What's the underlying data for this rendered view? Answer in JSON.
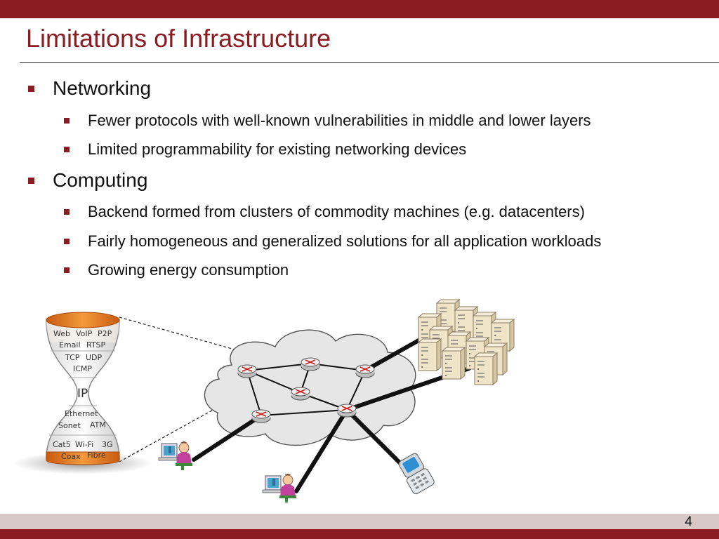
{
  "slide": {
    "title": "Limitations of Infrastructure",
    "number": "4"
  },
  "bullets": [
    {
      "text": "Networking",
      "children": [
        "Fewer protocols with well-known vulnerabilities in middle and lower layers",
        "Limited programmability for existing networking devices"
      ]
    },
    {
      "text": "Computing",
      "children": [
        "Backend formed from clusters of commodity machines (e.g. datacenters)",
        "Fairly homogeneous and generalized solutions for all application workloads",
        "Growing energy consumption"
      ]
    }
  ],
  "hourglass": {
    "top_row1": [
      "Web",
      "VoIP",
      "P2P"
    ],
    "top_row2": [
      "Email",
      "RTSP"
    ],
    "mid_row1": [
      "TCP",
      "UDP"
    ],
    "mid_row2": [
      "ICMP"
    ],
    "waist": "IP",
    "low_row1": [
      "Ethernet"
    ],
    "low_row2": [
      "Sonet",
      "ATM"
    ],
    "bottom_row1": [
      "Cat5",
      "Wi-Fi",
      "3G"
    ],
    "bottom_row2": [
      "Coax",
      "Fibre"
    ]
  },
  "colors": {
    "brand": "#8a1c22",
    "footer_band": "#d8c8c6",
    "hourglass_orange": "#e2761f",
    "cloud": "#e6e6e6"
  },
  "icons": [
    "router-icon",
    "server-rack-icon",
    "user-at-computer-icon",
    "flip-phone-icon",
    "cloud-network"
  ]
}
